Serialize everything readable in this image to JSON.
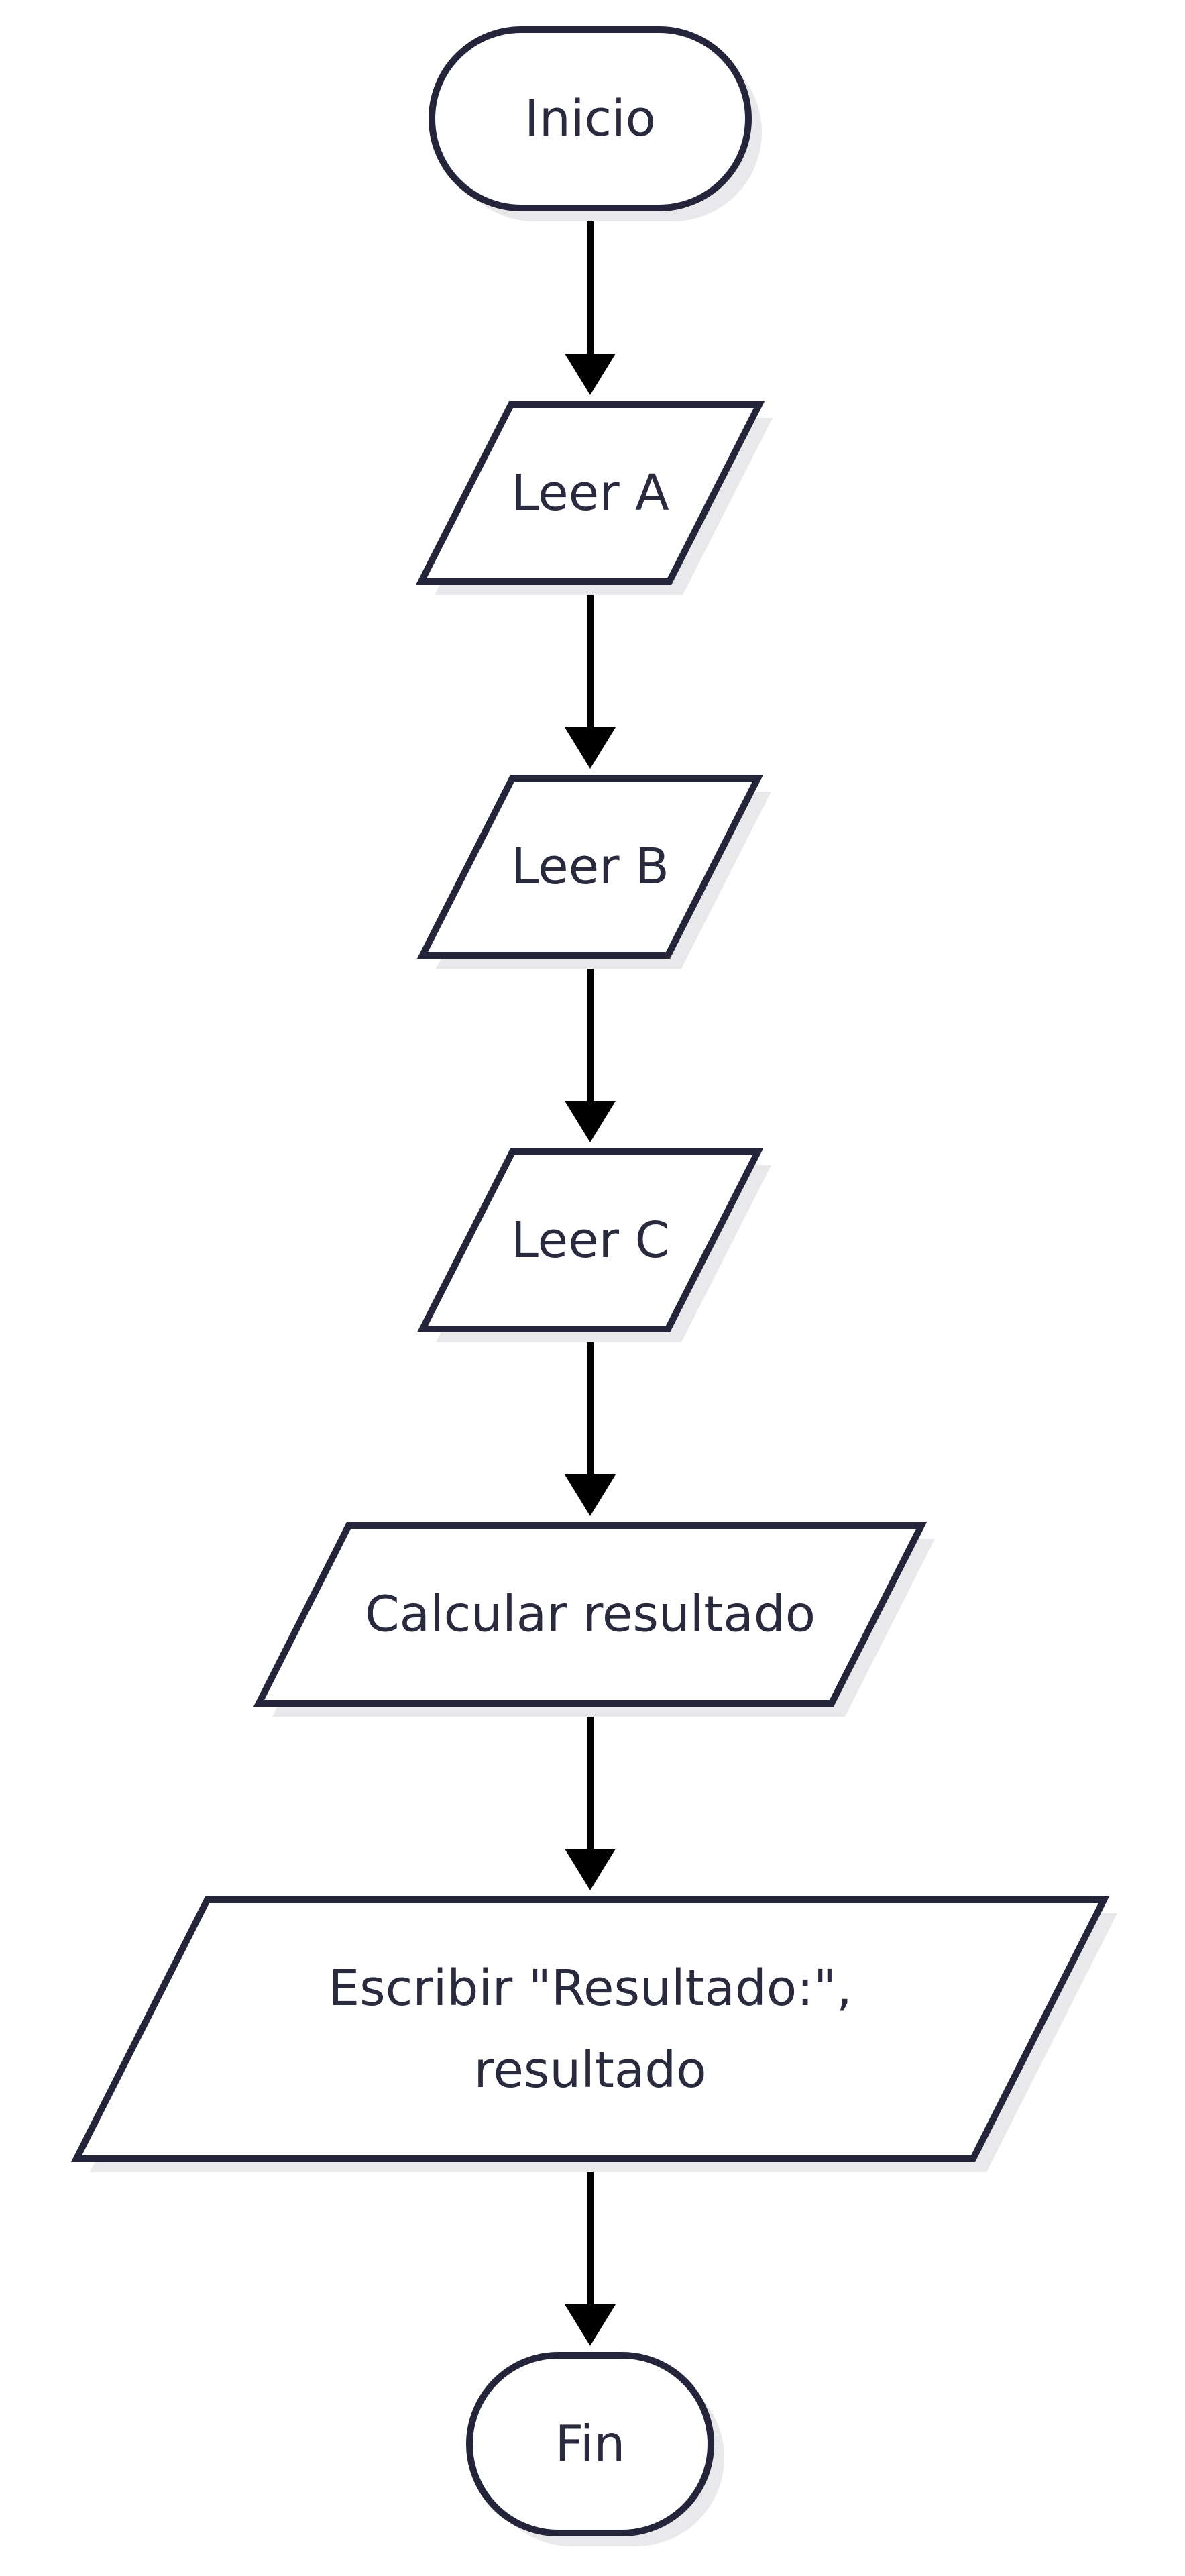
{
  "diagram": {
    "type": "flowchart",
    "colors": {
      "node_border": "#24243a",
      "node_fill": "#ffffff",
      "node_text": "#2a2a3e",
      "edge": "#000000",
      "shadow": "#e9e9ec"
    },
    "nodes": [
      {
        "id": "inicio",
        "shape": "terminal",
        "lines": [
          "Inicio"
        ]
      },
      {
        "id": "leer-a",
        "shape": "io",
        "lines": [
          "Leer A"
        ]
      },
      {
        "id": "leer-b",
        "shape": "io",
        "lines": [
          "Leer B"
        ]
      },
      {
        "id": "leer-c",
        "shape": "io",
        "lines": [
          "Leer C"
        ]
      },
      {
        "id": "calcular",
        "shape": "io",
        "lines": [
          "Calcular resultado"
        ]
      },
      {
        "id": "escribir",
        "shape": "io",
        "lines": [
          "Escribir \"Resultado:\",",
          "resultado"
        ]
      },
      {
        "id": "fin",
        "shape": "terminal",
        "lines": [
          "Fin"
        ]
      }
    ],
    "edges": [
      {
        "from": "inicio",
        "to": "leer-a"
      },
      {
        "from": "leer-a",
        "to": "leer-b"
      },
      {
        "from": "leer-b",
        "to": "leer-c"
      },
      {
        "from": "leer-c",
        "to": "calcular"
      },
      {
        "from": "calcular",
        "to": "escribir"
      },
      {
        "from": "escribir",
        "to": "fin"
      }
    ]
  }
}
